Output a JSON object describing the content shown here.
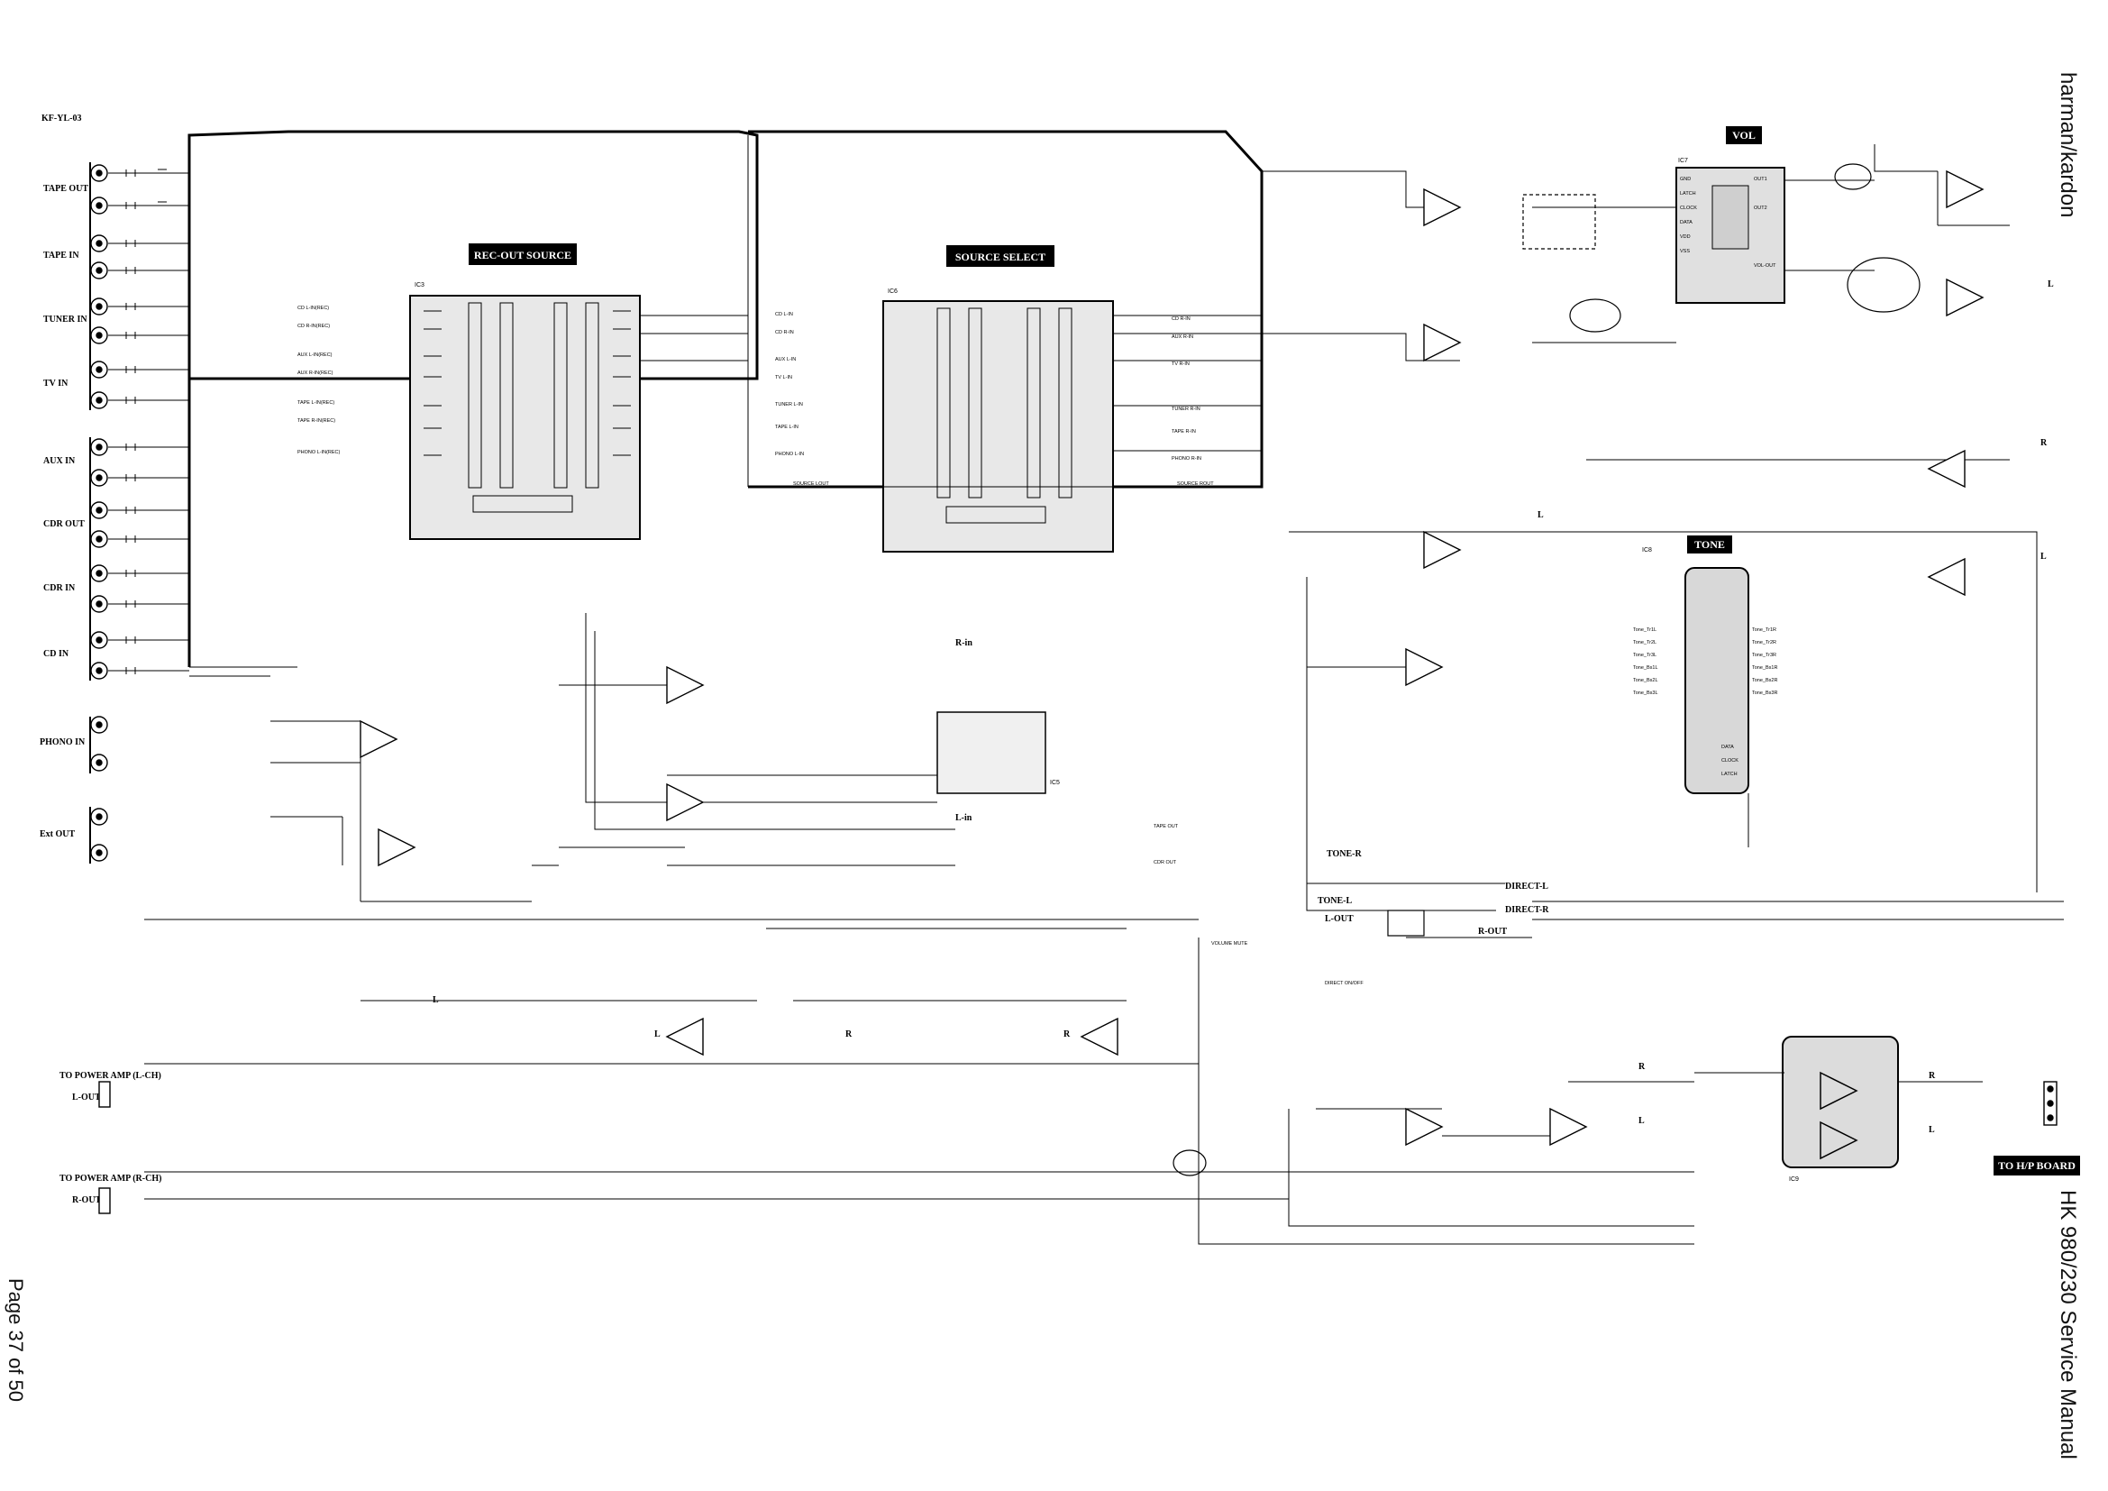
{
  "header": {
    "doc_id": "KF-YL-03",
    "brand": "harman/kardon",
    "manual_title": "HK 980/230 Service Manual",
    "page_label": "Page 37 of 50"
  },
  "blocks": {
    "rec_out_source": "REC-OUT SOURCE",
    "source_select": "SOURCE SELECT",
    "vol": "VOL",
    "tone": "TONE"
  },
  "jacks": {
    "tape_out": "TAPE OUT",
    "tape_in": "TAPE IN",
    "tuner_in": "TUNER IN",
    "tv_in": "TV IN",
    "aux_in": "AUX IN",
    "cdr_out": "CDR OUT",
    "cdr_in": "CDR IN",
    "cd_in": "CD IN",
    "phono_in": "PHONO IN",
    "ext_out": "Ext OUT"
  },
  "outputs": {
    "to_power_amp_l": "TO POWER AMP (L-CH)",
    "to_power_amp_r": "TO POWER AMP (R-CH)",
    "l_out_conn": "L-OUT",
    "r_out_conn": "R-OUT",
    "to_hp_board": "TO H/P BOARD"
  },
  "nets": {
    "tone_r": "TONE-R",
    "tone_l": "TONE-L",
    "direct_l": "DIRECT-L",
    "direct_r": "DIRECT-R",
    "l_out": "L-OUT",
    "r_out": "R-OUT",
    "r_in": "R-in",
    "l_in": "L-in",
    "source_lout": "SOURCE LOUT",
    "source_rout": "SOURCE ROUT",
    "tape_out": "TAPE OUT",
    "cdr_out": "CDR OUT",
    "direct_on_off": "DIRECT ON/OFF",
    "volume_mute": "VOLUME MUTE"
  },
  "ic_labels": {
    "ic3": "IC3",
    "ic6": "IC6",
    "ic7": "IC7",
    "ic8": "IC8",
    "ic9": "IC9",
    "ic5": "IC5"
  },
  "source_lines": {
    "rec_out_in": [
      "CD L-IN(REC)",
      "CD R-IN(REC)",
      "AUX L-IN(REC)",
      "AUX R-IN(REC)",
      "TAPE L-IN(REC)",
      "TAPE R-IN(REC)",
      "PHONO L-IN(REC)"
    ],
    "source_in": [
      "CD L-IN",
      "CD R-IN",
      "AUX L-IN",
      "TV L-IN",
      "TUNER L-IN",
      "TAPE L-IN",
      "PHONO L-IN"
    ],
    "source_out": [
      "CD R-IN",
      "AUX R-IN",
      "TV R-IN",
      "TUNER R-IN",
      "TAPE R-IN",
      "PHONO R-IN"
    ]
  },
  "tone_pins": {
    "left": [
      "Tone_Tr1L",
      "Tone_Tr2L",
      "Tone_Tr3L",
      "Tone_Bs1L",
      "Tone_Bs2L",
      "Tone_Bs3L"
    ],
    "right": [
      "Tone_Tr1R",
      "Tone_Tr2R",
      "Tone_Tr3R",
      "Tone_Bs1R",
      "Tone_Bs2R",
      "Tone_Bs3R"
    ],
    "ctrl": [
      "DATA",
      "CLOCK",
      "LATCH"
    ]
  },
  "vol_pins": [
    "GND",
    "LATCH",
    "CLOCK",
    "DATA",
    "VDD",
    "VSS",
    "OUT1",
    "OUT2",
    "VOL-OUT"
  ],
  "side_labels": {
    "l": "L",
    "r": "R"
  }
}
